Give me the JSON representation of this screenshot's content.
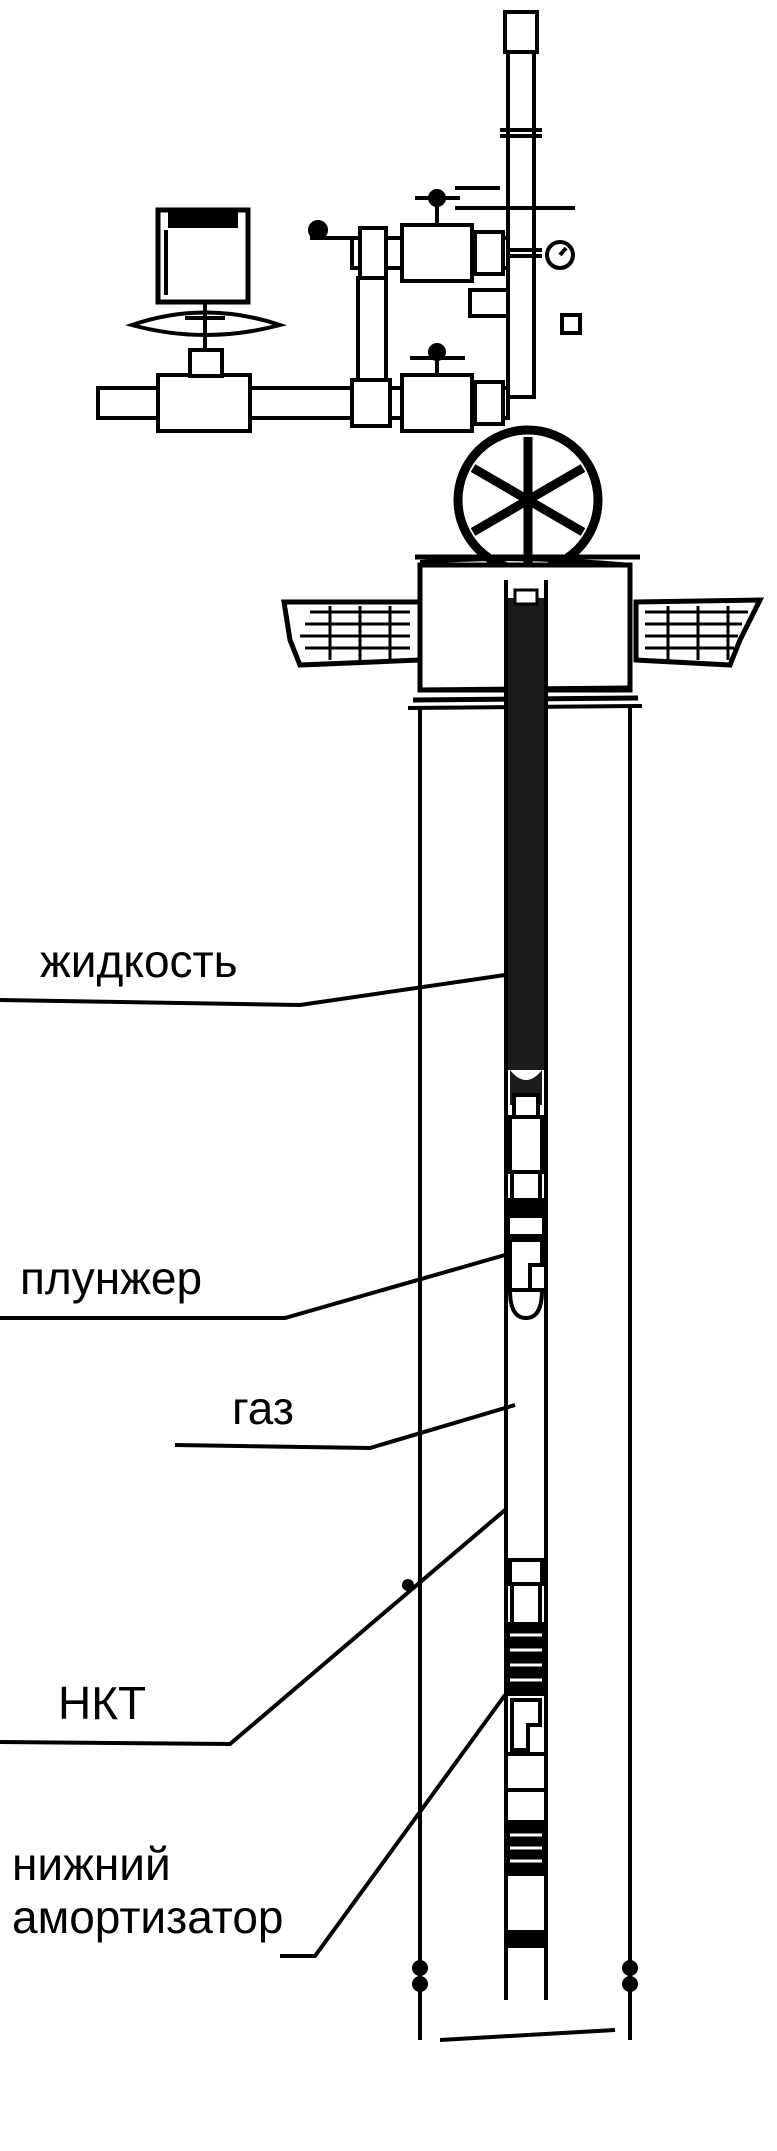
{
  "labels": {
    "liquid": "жидкость",
    "plunger": "плунжер",
    "gas": "газ",
    "tubing": "НКТ",
    "lower_shock_absorber_line1": "нижний",
    "lower_shock_absorber_line2": "амортизатор"
  },
  "colors": {
    "ink": "#000000",
    "fluid": "#1c1c1c",
    "paper": "#ffffff"
  }
}
